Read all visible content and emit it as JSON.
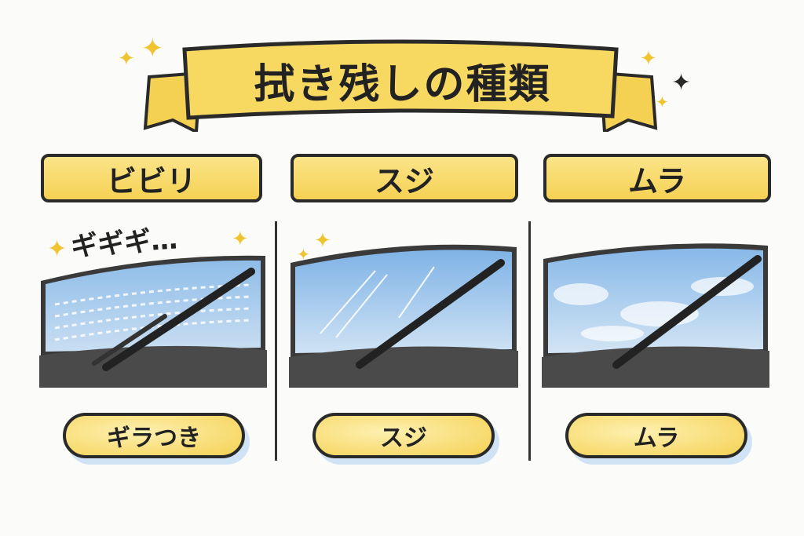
{
  "title": "拭き残しの種類",
  "columns": [
    {
      "label": "ビビリ",
      "sound_effect": "ギギギ…",
      "caption": "ギラつき"
    },
    {
      "label": "スジ",
      "caption": "スジ"
    },
    {
      "label": "ムラ",
      "caption": "ムラ"
    }
  ],
  "icons": {
    "sparkle": "✦"
  },
  "colors": {
    "banner_yellow": "#f5d153",
    "outline": "#2a2a2a",
    "sky": "#9cc4ea",
    "background": "#fbfbf9"
  }
}
